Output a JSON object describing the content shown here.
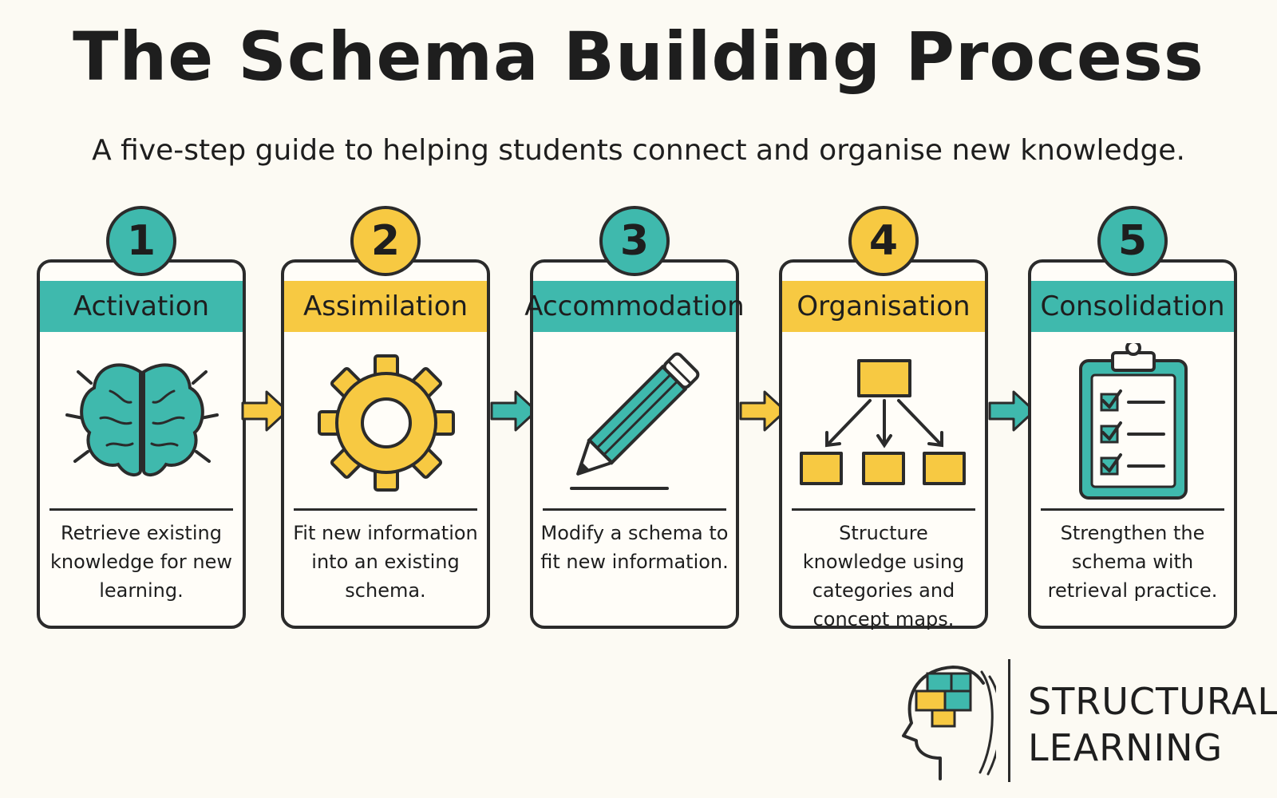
{
  "title": "The Schema Building Process",
  "subtitle": "A five-step guide to helping students connect and organise new knowledge.",
  "colors": {
    "teal": "#3fb9ad",
    "yellow": "#f7c942",
    "ink": "#2b2b2b",
    "background": "#fcfaf3"
  },
  "steps": [
    {
      "number": "1",
      "label": "Activation",
      "color": "teal",
      "icon": "brain-icon",
      "description": "Retrieve existing knowledge for new learning."
    },
    {
      "number": "2",
      "label": "Assimilation",
      "color": "yellow",
      "icon": "gear-icon",
      "description": "Fit new information into an existing schema."
    },
    {
      "number": "3",
      "label": "Accommodation",
      "color": "teal",
      "icon": "pencil-icon",
      "description": "Modify a schema to fit new information."
    },
    {
      "number": "4",
      "label": "Organisation",
      "color": "yellow",
      "icon": "hierarchy-icon",
      "description": "Structure knowledge using categories and concept maps."
    },
    {
      "number": "5",
      "label": "Consolidation",
      "color": "teal",
      "icon": "clipboard-checklist-icon",
      "description": "Strengthen the schema with retrieval practice."
    }
  ],
  "brand": {
    "name": "STRUCTURAL\nLEARNING",
    "icon": "head-puzzle-logo-icon"
  }
}
